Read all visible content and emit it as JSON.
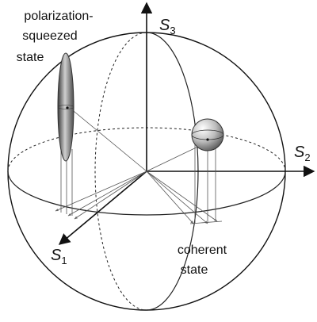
{
  "labels": {
    "squeezed_line1": "polarization-",
    "squeezed_line2": "squeezed",
    "squeezed_line3": "state",
    "coherent_line1": "coherent",
    "coherent_line2": "state"
  },
  "axes": {
    "s1": {
      "letter": "S",
      "sub": "1"
    },
    "s2": {
      "letter": "S",
      "sub": "2"
    },
    "s3": {
      "letter": "S",
      "sub": "3"
    }
  }
}
